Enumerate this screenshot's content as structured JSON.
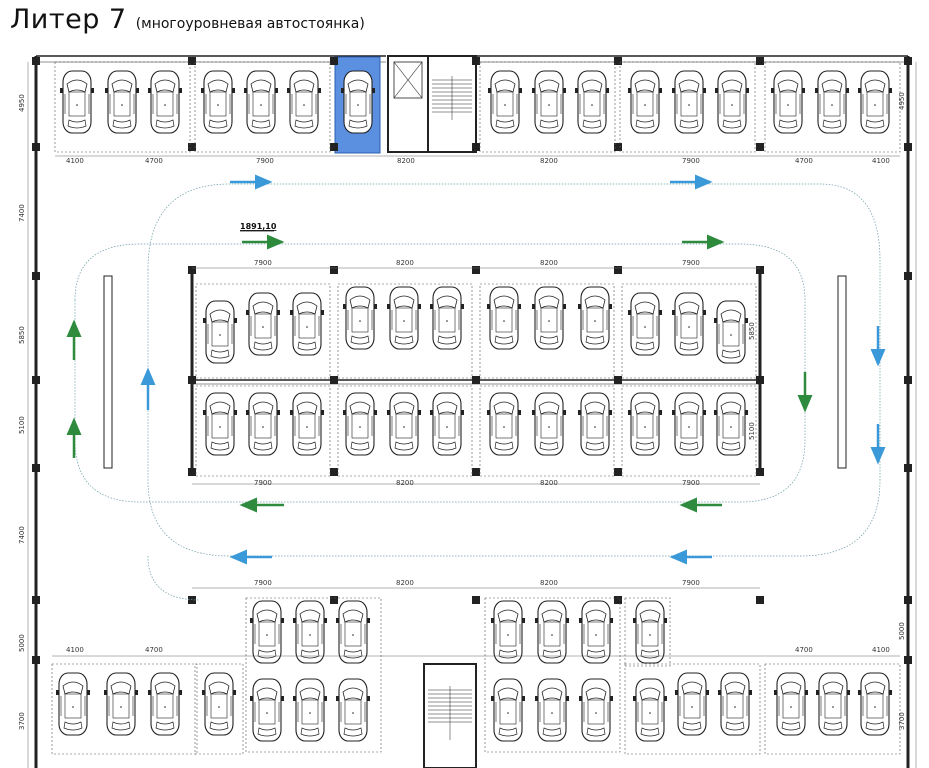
{
  "title": {
    "main": "Литер 7",
    "sub": "(многоуровневая автостоянка)"
  },
  "dimensions": {
    "top_row_widths": [
      "4100",
      "4700",
      "7900",
      "8200",
      "8200",
      "7900",
      "4700",
      "4100"
    ],
    "center_bay_widths": [
      "7900",
      "8200",
      "8200",
      "7900"
    ],
    "bottom_bay_widths": [
      "7900",
      "8200",
      "8200",
      "7900"
    ],
    "bottom_row_widths": [
      "4100",
      "4700",
      "4700",
      "4100"
    ],
    "left_heights": [
      "4950",
      "7400",
      "5850",
      "5100",
      "7400",
      "5000",
      "3700"
    ],
    "right_heights": [
      "4950",
      "5000",
      "3700"
    ],
    "inner_heights": [
      "5850",
      "5100"
    ]
  },
  "elevation_mark": "1891,10",
  "colors": {
    "arrow_blue": "#3a9ad9",
    "arrow_green": "#2e8b3e",
    "highlight": "#5b8fe0",
    "wall": "#222222"
  }
}
